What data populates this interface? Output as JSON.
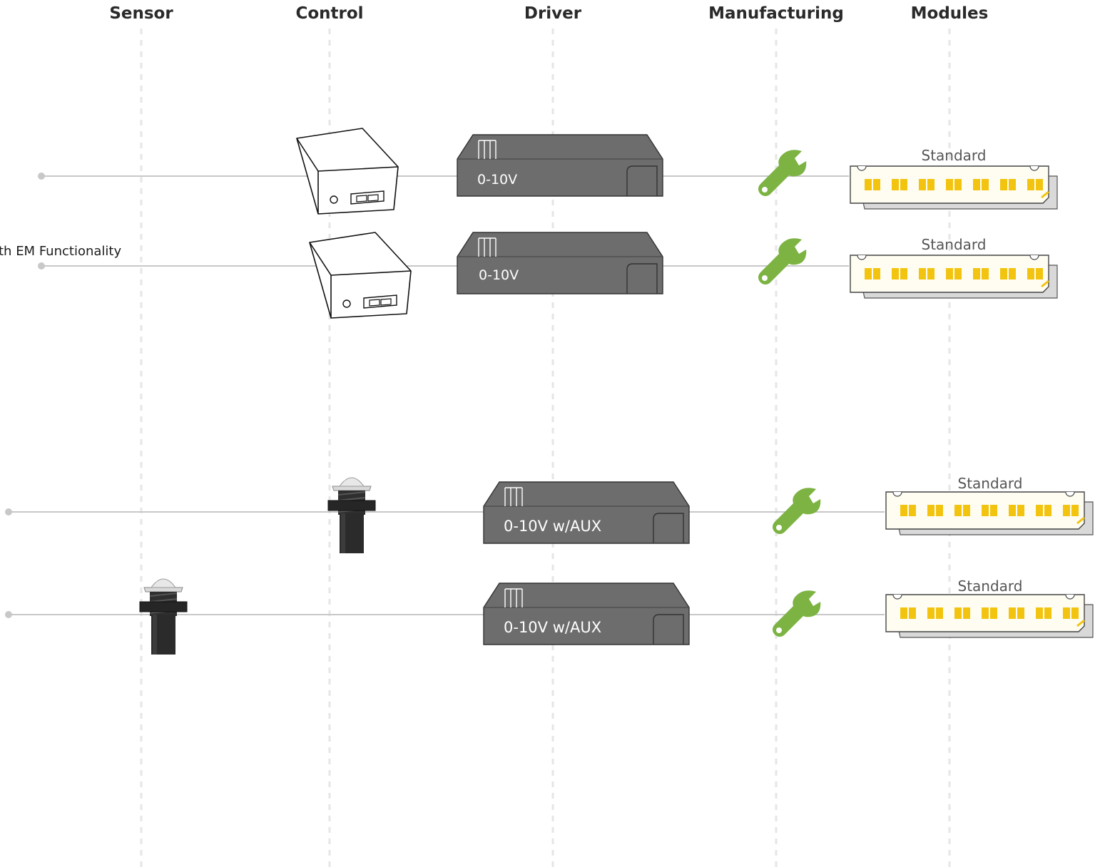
{
  "columns": {
    "sensor": "Sensor",
    "control": "Control",
    "driver": "Driver",
    "manufacturing": "Manufacturing",
    "modules": "Modules"
  },
  "rows": [
    {
      "label": "",
      "driver": "0-10V",
      "module": "Standard"
    },
    {
      "label": "th EM Functionality",
      "driver": "0-10V",
      "module": "Standard"
    },
    {
      "label": "",
      "driver": "0-10V w/AUX",
      "module": "Standard"
    },
    {
      "label": "",
      "driver": "0-10V w/AUX",
      "module": "Standard"
    }
  ],
  "icons": {
    "control_box": "control-box-icon",
    "sensor": "occupancy-sensor-icon",
    "driver": "driver-box-icon",
    "wrench": "wrench-icon",
    "module": "led-module-icon"
  },
  "colors": {
    "background": "#ffffff",
    "column_guide": "#e6e6e6",
    "wire": "#c8c8c8",
    "driver_body": "#6d6d6d",
    "wrench": "#7cb342",
    "led": "#f2c40f",
    "module_board": "#ffffff",
    "text": "#2a2a2a"
  }
}
